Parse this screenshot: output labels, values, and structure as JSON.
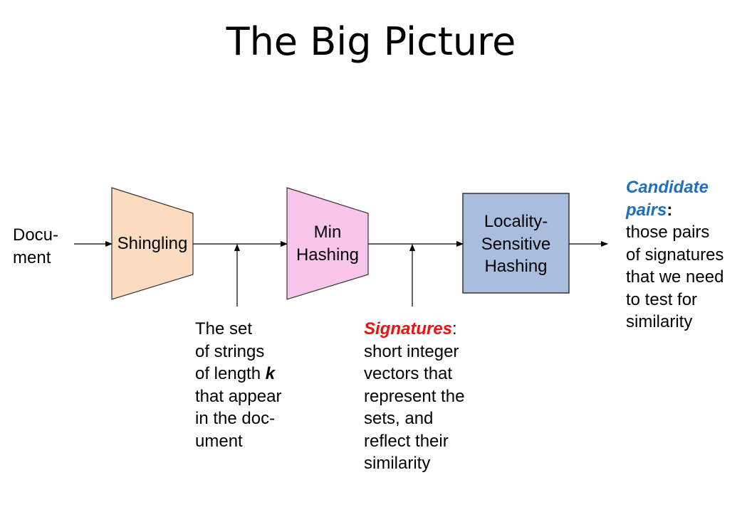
{
  "slide": {
    "title": "The Big Picture"
  },
  "input": {
    "line1": "Docu-",
    "line2": "ment"
  },
  "stages": {
    "shingling": {
      "label": "Shingling",
      "fill": "#fbdcc0"
    },
    "minhash": {
      "line1": "Min",
      "line2": "Hashing",
      "fill": "#f7c6ea"
    },
    "lsh": {
      "line1": "Locality-",
      "line2": "Sensitive",
      "line3": "Hashing",
      "fill": "#a9bedf"
    }
  },
  "notes": {
    "shingles": {
      "line1": "The set",
      "line2": "of strings",
      "line3_prefix": "of length ",
      "line3_var": "k",
      "line4": "that appear",
      "line5": "in the doc-",
      "line6": "ument"
    },
    "signatures": {
      "term": "Signatures",
      "colon": ":",
      "line2": "short integer",
      "line3": "vectors that",
      "line4": "represent the",
      "line5": "sets, and",
      "line6": "reflect their",
      "line7": "similarity",
      "term_color": "#ee1111"
    },
    "candidates": {
      "term1": "Candidate",
      "term2": "pairs",
      "colon": ":",
      "line3": "those pairs",
      "line4": "of signatures",
      "line5": "that we need",
      "line6": "to test for",
      "line7": "similarity",
      "term_color": "#1f6fbf"
    }
  }
}
